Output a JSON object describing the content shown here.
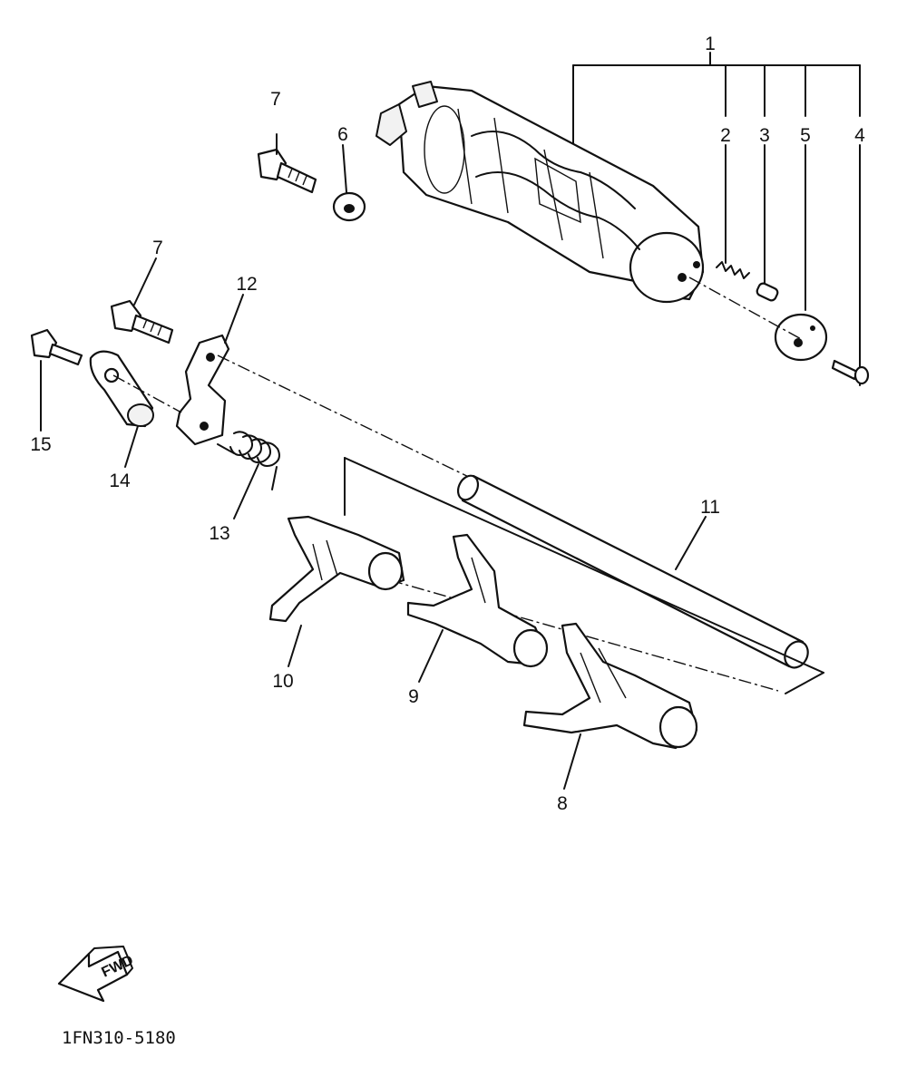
{
  "callouts": {
    "c1": "1",
    "c2": "2",
    "c3": "3",
    "c4": "4",
    "c5": "5",
    "c6": "6",
    "c7a": "7",
    "c7b": "7",
    "c8": "8",
    "c9": "9",
    "c10": "10",
    "c11": "11",
    "c12": "12",
    "c13": "13",
    "c14": "14",
    "c15": "15"
  },
  "fwd_label": "FWD",
  "diagram_code": "1FN310-5180",
  "colors": {
    "ink": "#111111",
    "paper": "#ffffff"
  }
}
